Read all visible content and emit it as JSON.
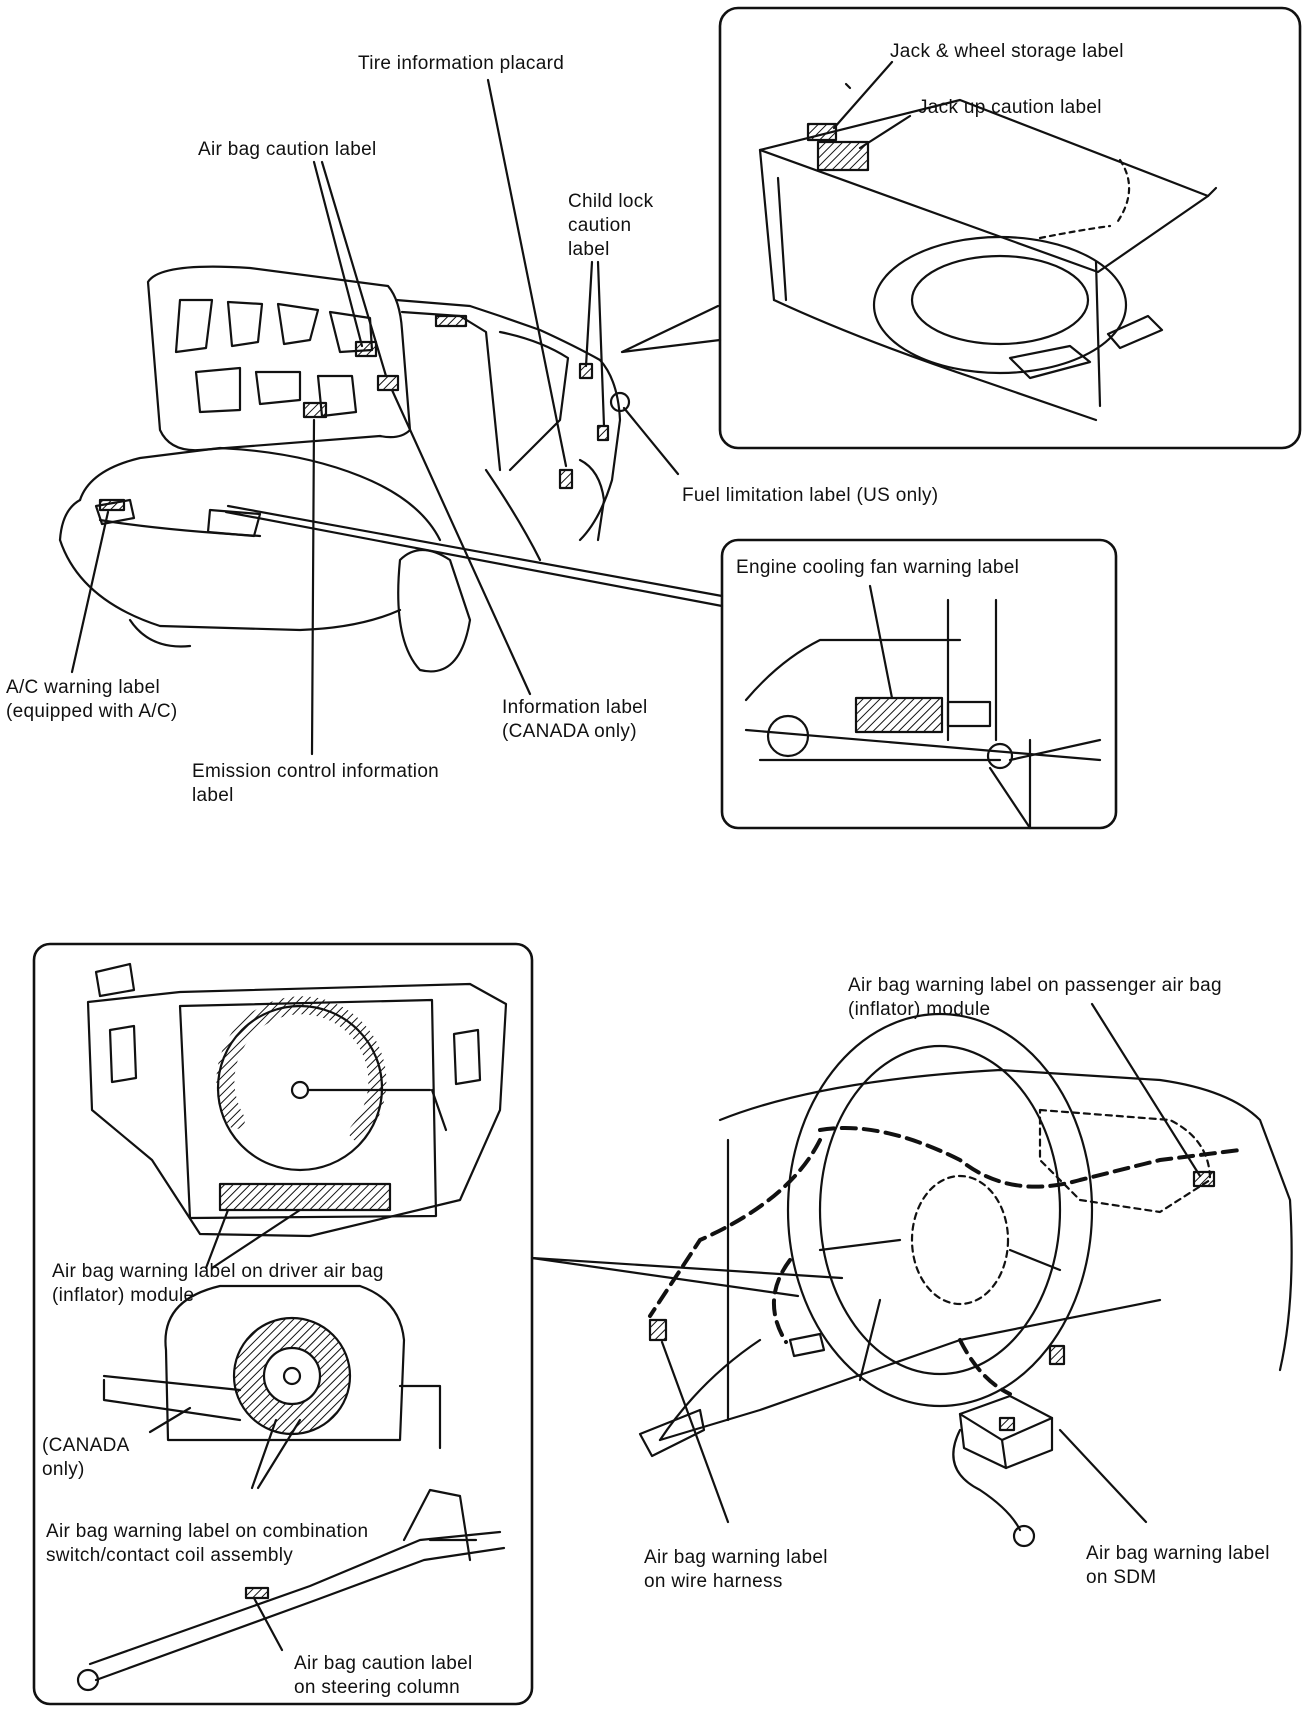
{
  "colors": {
    "ink": "#111111",
    "paper": "#ffffff"
  },
  "exterior": {
    "tire_placard": "Tire information placard",
    "airbag_caution": "Air bag caution label",
    "child_lock": "Child lock\ncaution\nlabel",
    "jack_wheel_storage": "Jack & wheel storage label",
    "jack_up_caution": "Jack up caution label",
    "fuel_limitation": "Fuel limitation label (US only)",
    "engine_cooling_fan": "Engine cooling fan warning label",
    "ac_warning": "A/C warning label\n(equipped with A/C)",
    "information_label": "Information label\n(CANADA only)",
    "emission_control": "Emission control information\nlabel"
  },
  "interior": {
    "passenger_airbag": "Air bag warning label on passenger air bag\n(inflator) module",
    "driver_airbag": "Air bag warning label on driver air bag\n(inflator) module",
    "canada_only": "(CANADA\nonly)",
    "combination_switch": "Air bag warning label on combination\nswitch/contact coil assembly",
    "steering_column": "Air bag caution label\non steering column",
    "wire_harness": "Air bag warning label\non wire harness",
    "sdm": "Air bag warning label\non SDM"
  }
}
